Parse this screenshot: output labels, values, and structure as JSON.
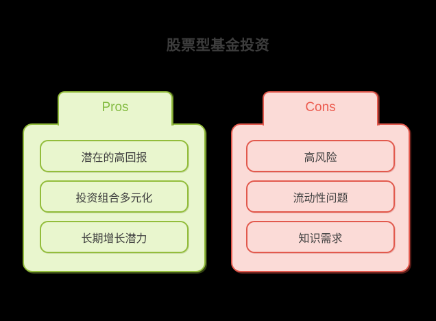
{
  "title": "股票型基金投资",
  "pros": {
    "label": "Pros",
    "items": [
      "潜在的高回报",
      "投资组合多元化",
      "长期增长潜力"
    ]
  },
  "cons": {
    "label": "Cons",
    "items": [
      "高风险",
      "流动性问题",
      "知识需求"
    ]
  },
  "colors": {
    "background": "#000000",
    "title_text": "#3d3d3d",
    "pros_fill": "#e9f6ce",
    "pros_border": "#93bd3c",
    "pros_label_text": "#83bb41",
    "cons_fill": "#fbdbd7",
    "cons_border": "#e2594d",
    "cons_label_text": "#ec5c50",
    "item_text": "#404040"
  }
}
